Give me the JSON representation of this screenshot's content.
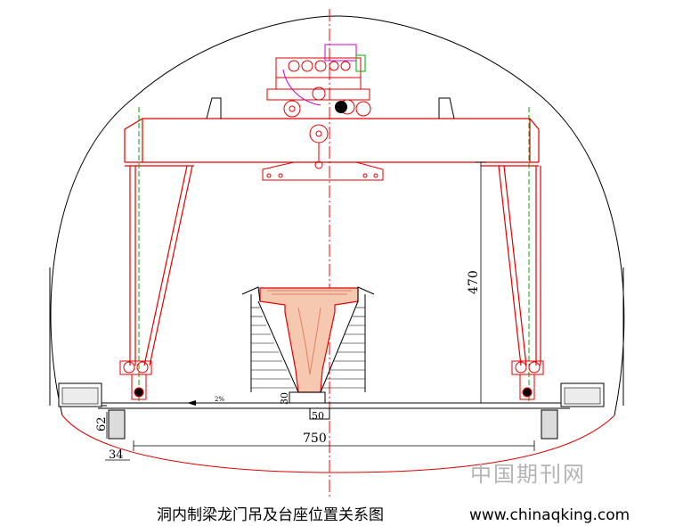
{
  "figure": {
    "caption": "洞内制梁龙门吊及台座位置关系图",
    "watermark_cn": "中国期刊网",
    "watermark_url": "www.chinaqking.com"
  },
  "dimensions": {
    "height_470": "470",
    "width_750": "750",
    "gap_62": "62",
    "offset_34": "34",
    "h_30": "30",
    "w_50": "50",
    "slope": "2%"
  },
  "colors": {
    "structure": "#e00000",
    "centerline": "#ff0000",
    "guide": "#00aa00",
    "outline": "#000000",
    "hoist": "#cc00cc"
  }
}
